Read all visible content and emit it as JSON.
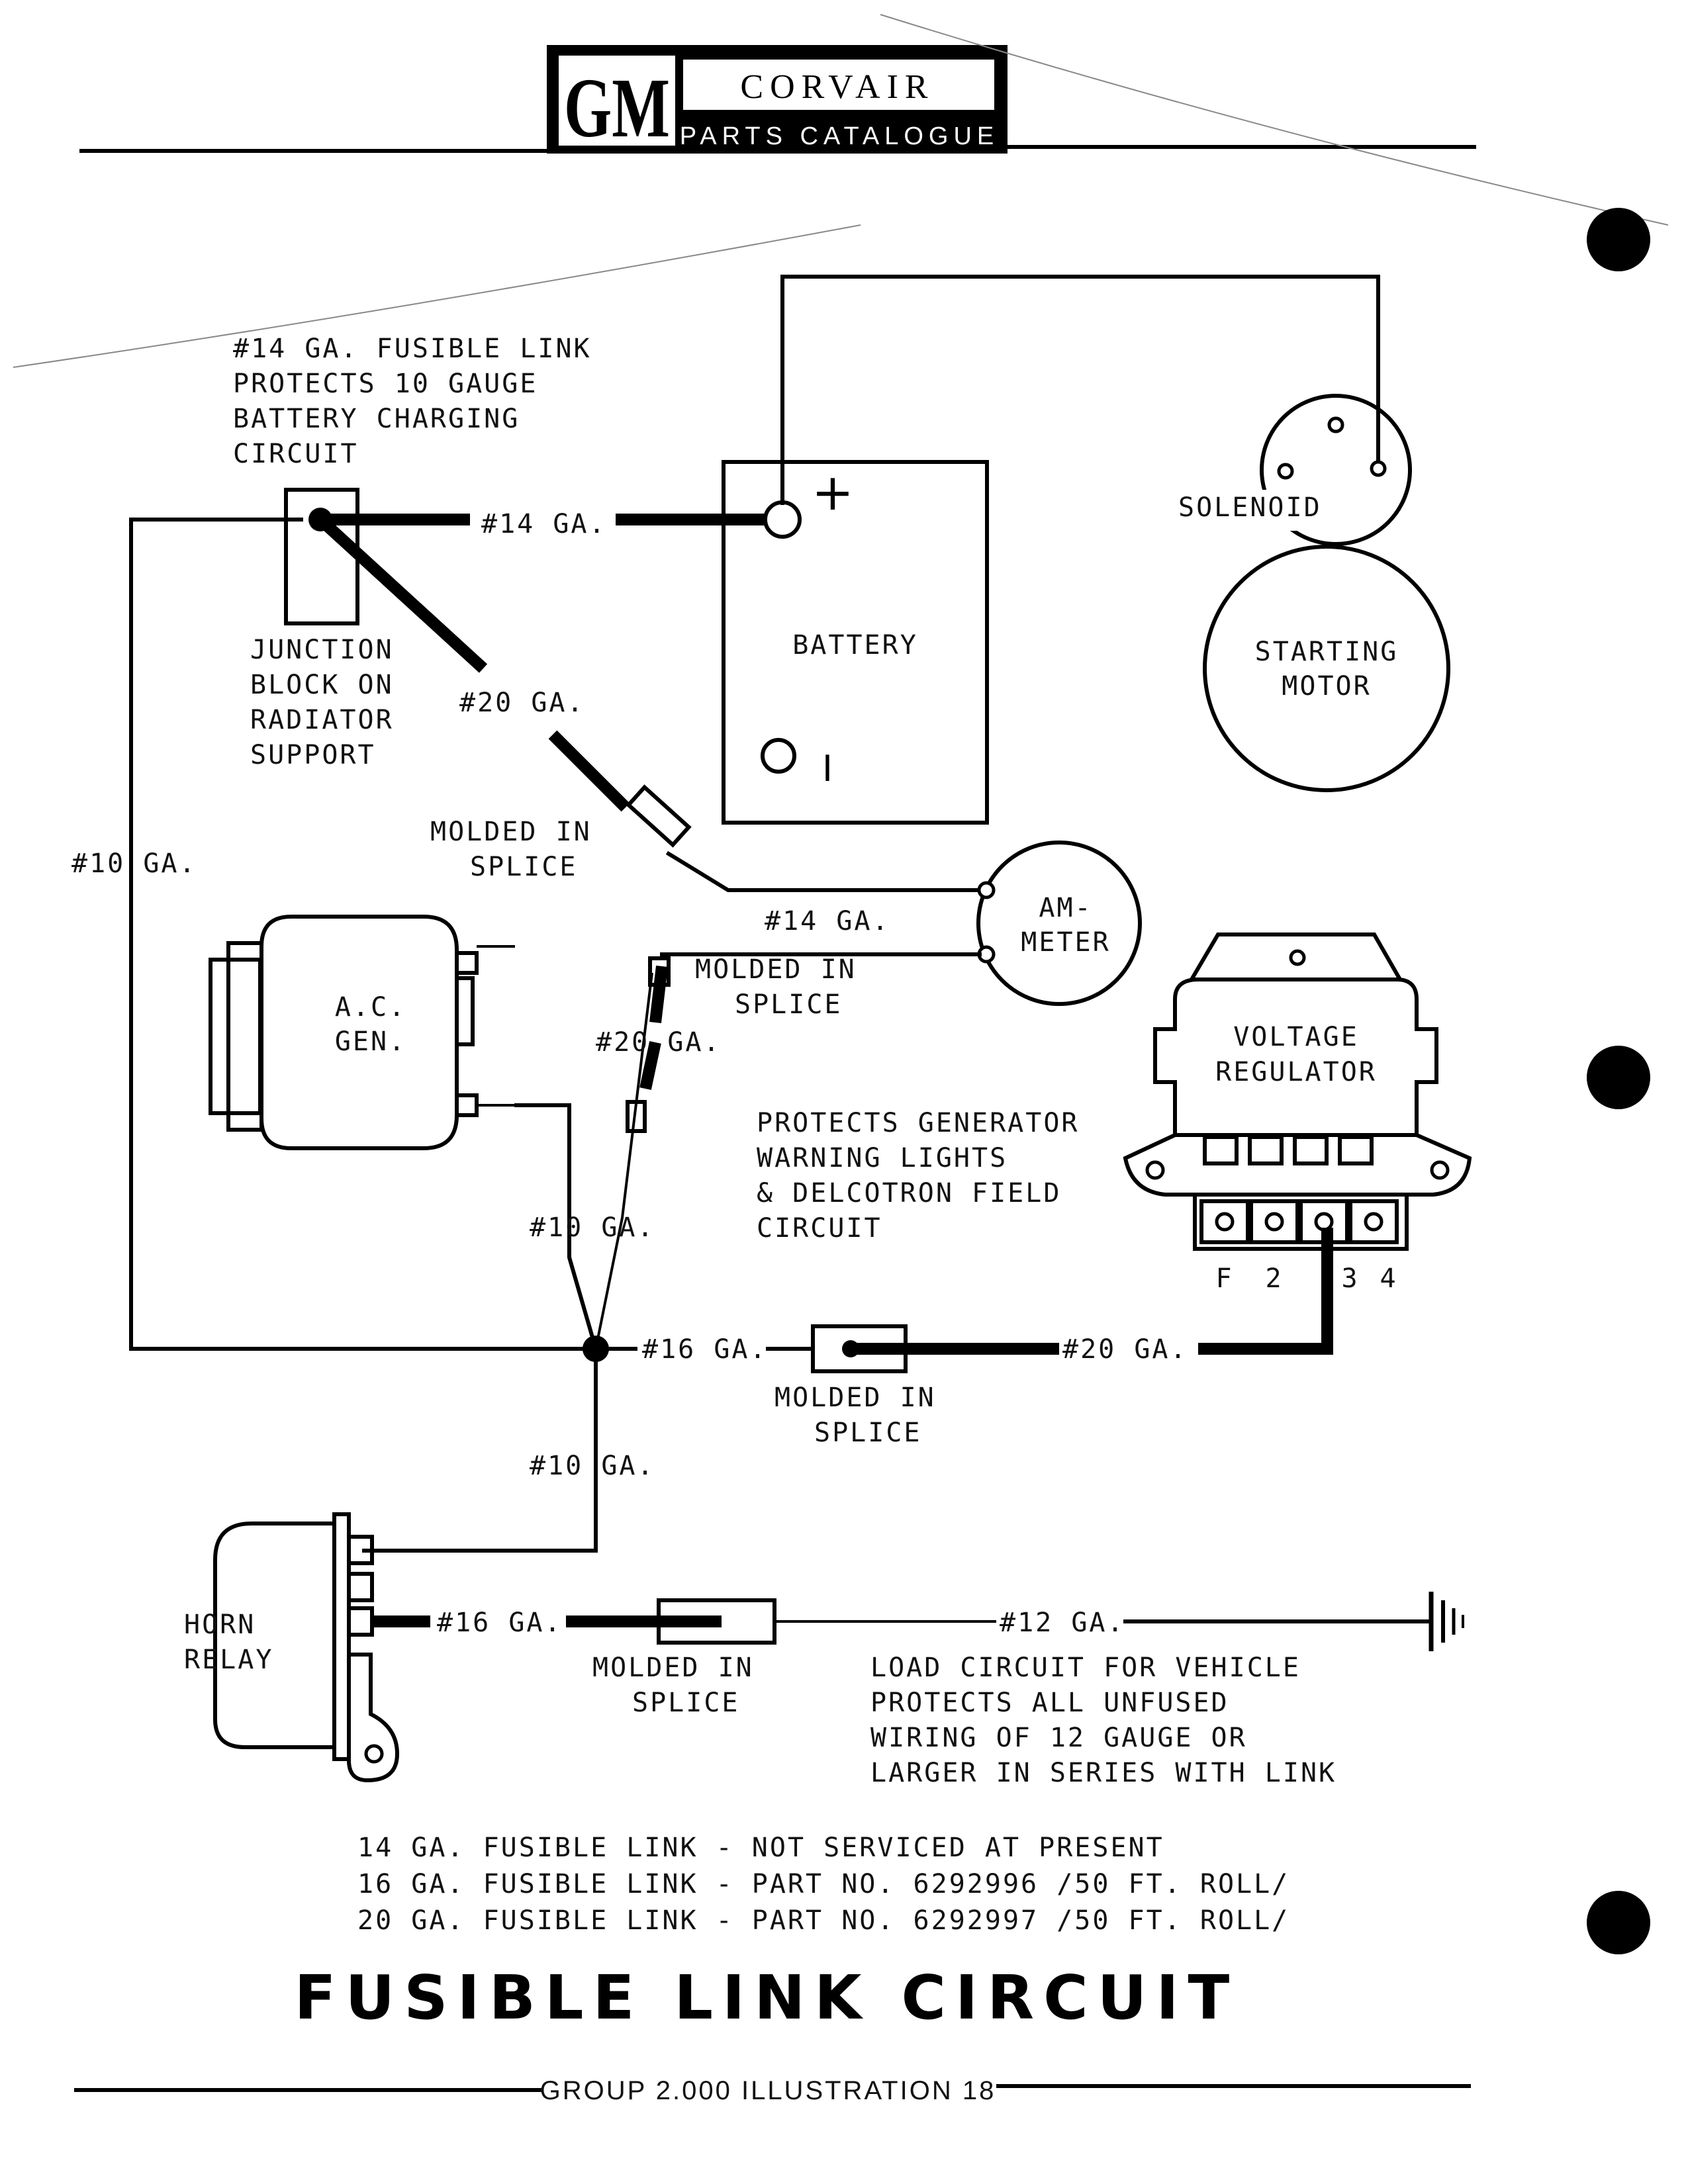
{
  "header": {
    "brand": "GM",
    "name": "CORVAIR",
    "subtitle": "PARTS CATALOGUE"
  },
  "labels": {
    "fusible_note": [
      "#14 GA. FUSIBLE LINK",
      "PROTECTS 10 GAUGE",
      "BATTERY CHARGING",
      "CIRCUIT"
    ],
    "wire_14_top": "#14 GA.",
    "plus": "+",
    "minus": "I",
    "battery": "BATTERY",
    "solenoid": "SOLENOID",
    "starting_motor": [
      "STARTING",
      "MOTOR"
    ],
    "junction_block": [
      "JUNCTION",
      "BLOCK ON",
      "RADIATOR",
      "SUPPORT"
    ],
    "wire_20_top": "#20 GA.",
    "molded_splice_1": [
      "MOLDED IN",
      "SPLICE"
    ],
    "wire_10_left": "#10 GA.",
    "ammeter": [
      "AM-",
      "METER"
    ],
    "wire_14_mid": "#14 GA.",
    "molded_splice_2": [
      "MOLDED IN",
      "SPLICE"
    ],
    "ac_gen": [
      "A.C.",
      "GEN."
    ],
    "wire_20_mid": "#20 GA.",
    "voltage_regulator": [
      "VOLTAGE",
      "REGULATOR"
    ],
    "protects_generator": [
      "PROTECTS GENERATOR",
      "WARNING LIGHTS",
      "& DELCOTRON FIELD",
      "CIRCUIT"
    ],
    "wire_10_mid": "#10 GA.",
    "terminals": [
      "F",
      "2",
      "3",
      "4"
    ],
    "wire_16_mid": "#16 GA.",
    "wire_20_right": "#20 GA.",
    "molded_splice_3": [
      "MOLDED IN",
      "SPLICE"
    ],
    "wire_10_low": "#10 GA.",
    "horn_relay": [
      "HORN",
      "RELAY"
    ],
    "wire_16_low": "#16 GA.",
    "wire_12": "#12 GA.",
    "molded_splice_4": [
      "MOLDED IN",
      "SPLICE"
    ],
    "load_circuit": [
      "LOAD CIRCUIT FOR VEHICLE",
      "PROTECTS ALL UNFUSED",
      "WIRING OF 12 GAUGE OR",
      "LARGER IN SERIES WITH LINK"
    ]
  },
  "notes": [
    "14 GA. FUSIBLE LINK - NOT SERVICED AT PRESENT",
    "16 GA. FUSIBLE LINK - PART NO. 6292996 /50 FT. ROLL/",
    "20 GA. FUSIBLE LINK - PART NO. 6292997 /50 FT. ROLL/"
  ],
  "title": "FUSIBLE LINK CIRCUIT",
  "footer": "GROUP 2.000 ILLUSTRATION 18"
}
